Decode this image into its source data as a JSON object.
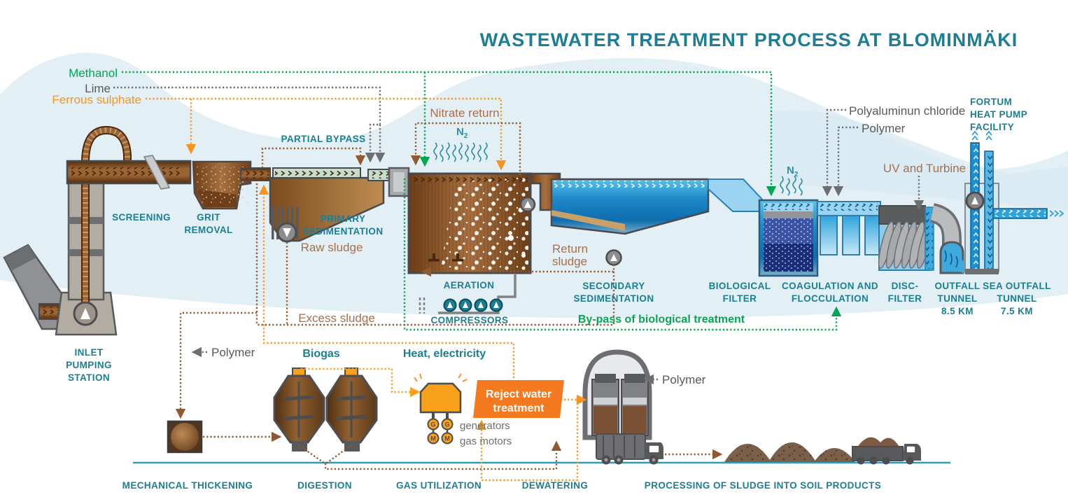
{
  "title": "WASTEWATER TREATMENT PROCESS AT BLOMINMÄKI",
  "colors": {
    "teal": "#1B7E95",
    "green": "#00A651",
    "orange": "#F4791F",
    "brown_text": "#A5704E",
    "gray_text": "#58595B",
    "yellow": "#F9A11B",
    "water_blue": "#1E89C8",
    "sludge_brown": "#9A6433"
  },
  "chemicals": {
    "methanol": "Methanol",
    "lime": "Lime",
    "ferrous_sulphate": "Ferrous sulphate",
    "polyaluminium_chloride": "Polyaluminun chloride",
    "polymer_coagulation": "Polymer",
    "polymer_thickening": "Polymer",
    "polymer_dewatering": "Polymer"
  },
  "stages": {
    "screening": "SCREENING",
    "grit_removal": [
      "GRIT",
      "REMOVAL"
    ],
    "partial_bypass": "PARTIAL BYPASS",
    "primary_sedimentation": [
      "PRIMARY",
      "SEDIMENTATION"
    ],
    "aeration": "AERATION",
    "compressors": "COMPRESSORS",
    "secondary_sedimentation": [
      "SECONDARY",
      "SEDIMENTATION"
    ],
    "biological_filter": [
      "BIOLOGICAL",
      "FILTER"
    ],
    "coagulation": [
      "COAGULATION AND",
      "FLOCCULATION"
    ],
    "disc_filter": [
      "DISC-",
      "FILTER"
    ],
    "outfall_tunnel": [
      "OUTFALL",
      "TUNNEL",
      "8.5 KM"
    ],
    "sea_outfall_tunnel": [
      "SEA OUTFALL",
      "TUNNEL",
      "7.5 KM"
    ],
    "fortum": [
      "FORTUM",
      "HEAT PUMP",
      "FACILITY"
    ],
    "inlet_pumping_station": [
      "INLET",
      "PUMPING",
      "STATION"
    ],
    "mechanical_thickening": "MECHANICAL THICKENING",
    "digestion": "DIGESTION",
    "gas_utilization": "GAS UTILIZATION",
    "dewatering": "DEWATERING",
    "processing": "PROCESSING OF SLUDGE INTO SOIL PRODUCTS"
  },
  "flows": {
    "nitrate_return": "Nitrate return",
    "raw_sludge": "Raw sludge",
    "excess_sludge": "Excess sludge",
    "return_sludge": [
      "Return",
      "sludge"
    ],
    "uv_and_turbine": "UV and Turbine",
    "bypass_biological": "By-pass of biological treatment",
    "biogas": "Biogas",
    "heat_electricity": "Heat, electricity",
    "n2": "N",
    "n2_sub": "2"
  },
  "gas_plant": {
    "reject_water_treatment": [
      "Reject water",
      "treatment"
    ],
    "generators": "generators",
    "gas_motors": "gas motors",
    "generator_letter": "G",
    "motor_letter": "M"
  }
}
